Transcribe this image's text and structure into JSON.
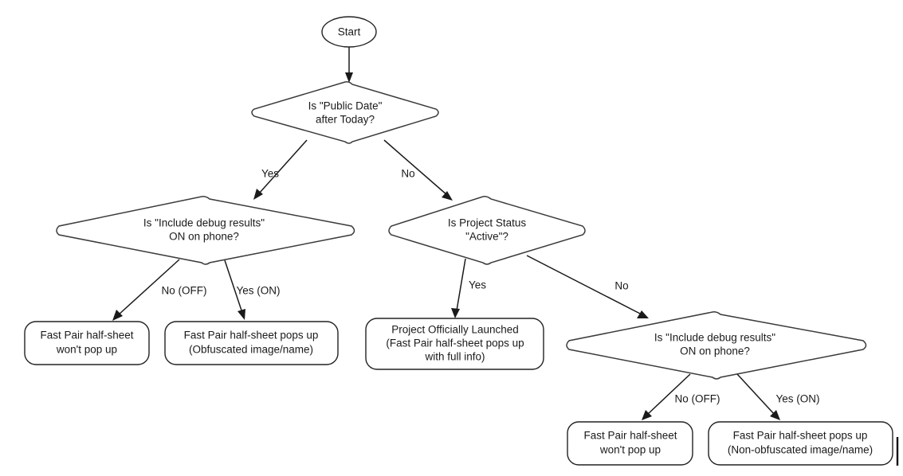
{
  "diagram": {
    "type": "flowchart",
    "title": "Fast Pair half-sheet visibility decision flow",
    "background_color": "#ffffff",
    "line_color": "#1a1a1a",
    "node_fill": "#ffffff"
  },
  "nodes": {
    "start": {
      "id": "start",
      "shape": "ellipse",
      "label": "Start",
      "lines": [
        "Start"
      ]
    },
    "d_public_date": {
      "id": "d_public_date",
      "shape": "diamond",
      "lines": [
        "Is \"Public Date\"",
        "after Today?"
      ]
    },
    "d_debug_left": {
      "id": "d_debug_left",
      "shape": "diamond",
      "lines": [
        "Is \"Include debug results\"",
        "ON on phone?"
      ]
    },
    "d_project_status": {
      "id": "d_project_status",
      "shape": "diamond",
      "lines": [
        "Is Project Status",
        "\"Active\"?"
      ]
    },
    "d_debug_right": {
      "id": "d_debug_right",
      "shape": "diamond",
      "lines": [
        "Is \"Include debug results\"",
        "ON on phone?"
      ]
    },
    "t_no_popup_left": {
      "id": "t_no_popup_left",
      "shape": "rounded-rect",
      "lines": [
        "Fast Pair half-sheet",
        "won't pop up"
      ]
    },
    "t_obfuscated": {
      "id": "t_obfuscated",
      "shape": "rounded-rect",
      "lines": [
        "Fast Pair half-sheet pops up",
        "(Obfuscated image/name)"
      ]
    },
    "t_launched": {
      "id": "t_launched",
      "shape": "rounded-rect",
      "lines": [
        "Project Officially Launched",
        "(Fast Pair half-sheet pops up",
        "with full info)"
      ]
    },
    "t_no_popup_right": {
      "id": "t_no_popup_right",
      "shape": "rounded-rect",
      "lines": [
        "Fast Pair half-sheet",
        "won't pop up"
      ]
    },
    "t_non_obfuscated": {
      "id": "t_non_obfuscated",
      "shape": "rounded-rect",
      "lines": [
        "Fast Pair half-sheet pops up",
        "(Non-obfuscated image/name)"
      ]
    }
  },
  "edges": [
    {
      "from": "start",
      "to": "d_public_date",
      "label": ""
    },
    {
      "from": "d_public_date",
      "to": "d_debug_left",
      "label": "Yes"
    },
    {
      "from": "d_public_date",
      "to": "d_project_status",
      "label": "No"
    },
    {
      "from": "d_debug_left",
      "to": "t_no_popup_left",
      "label": "No (OFF)"
    },
    {
      "from": "d_debug_left",
      "to": "t_obfuscated",
      "label": "Yes (ON)"
    },
    {
      "from": "d_project_status",
      "to": "t_launched",
      "label": "Yes"
    },
    {
      "from": "d_project_status",
      "to": "d_debug_right",
      "label": "No"
    },
    {
      "from": "d_debug_right",
      "to": "t_no_popup_right",
      "label": "No (OFF)"
    },
    {
      "from": "d_debug_right",
      "to": "t_non_obfuscated",
      "label": "Yes (ON)"
    }
  ]
}
